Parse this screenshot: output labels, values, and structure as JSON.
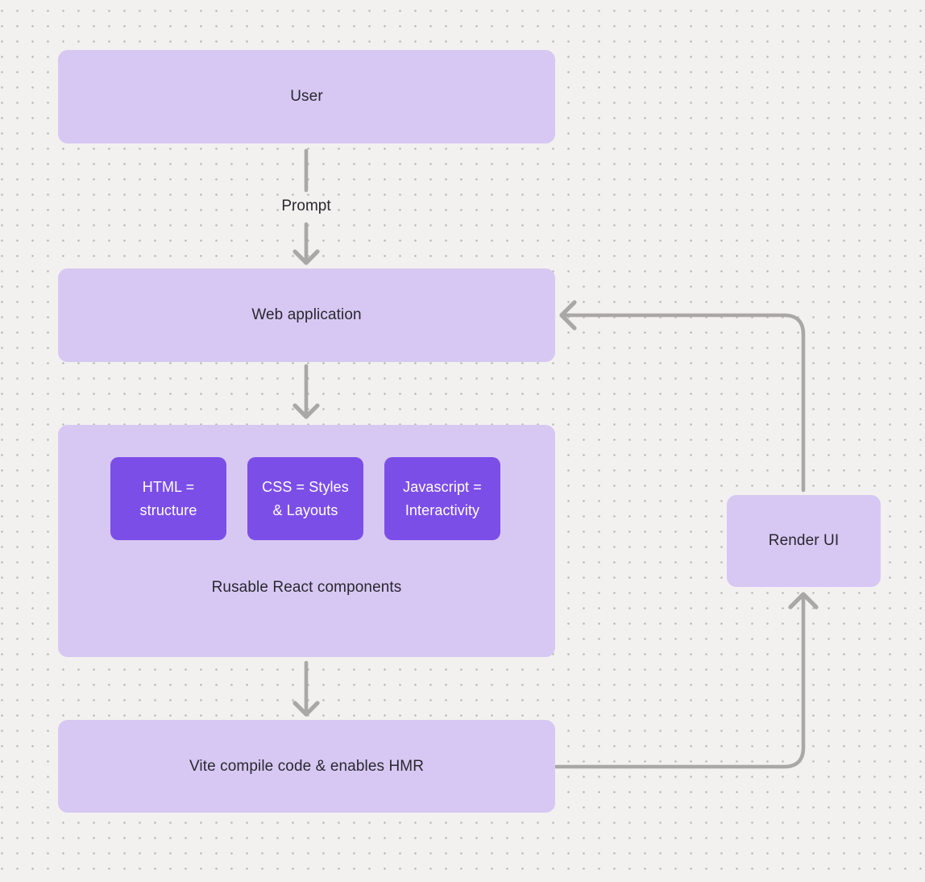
{
  "colors": {
    "background": "#f2f1ef",
    "dot": "#bfbdbb",
    "node_fill": "#d7c8f3",
    "accent_fill": "#7c4ee8",
    "accent_text": "#ffffff",
    "text": "#2a2830",
    "arrow": "#aaa8a6"
  },
  "nodes": {
    "user": {
      "label": "User"
    },
    "web_application": {
      "label": "Web application"
    },
    "components": {
      "caption": "Rusable React components",
      "items": [
        {
          "line1": "HTML =",
          "line2": "structure"
        },
        {
          "line1": "CSS = Styles",
          "line2": "& Layouts"
        },
        {
          "line1": "Javascript =",
          "line2": "Interactivity"
        }
      ]
    },
    "vite": {
      "label": "Vite compile code & enables HMR"
    },
    "render_ui": {
      "label": "Render UI"
    }
  },
  "edges": {
    "user_to_webapp_label": "Prompt"
  }
}
